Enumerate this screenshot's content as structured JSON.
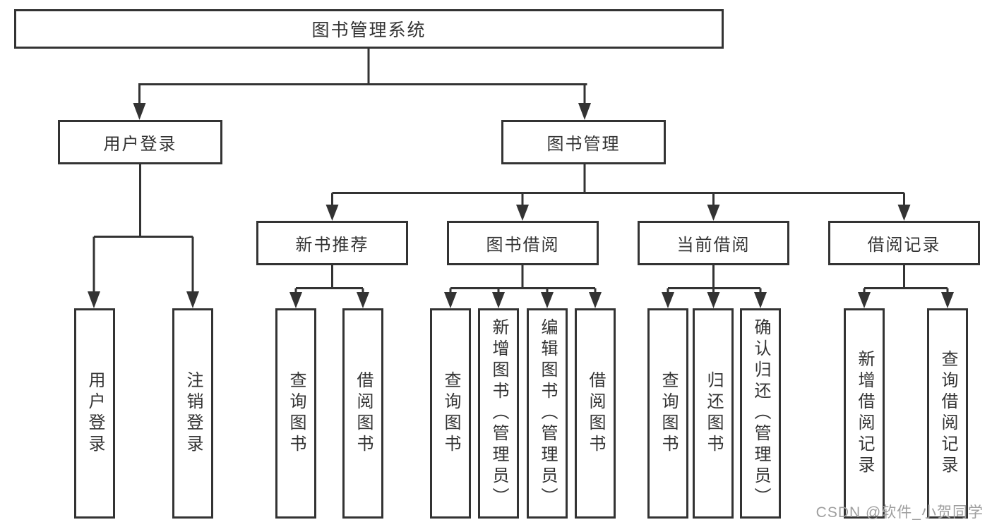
{
  "diagram": {
    "type": "tree",
    "tree": {
      "label": "图书管理系统",
      "children": [
        {
          "label": "用户登录",
          "children": [
            {
              "label": "用户登录"
            },
            {
              "label": "注销登录"
            }
          ]
        },
        {
          "label": "图书管理",
          "children": [
            {
              "label": "新书推荐",
              "children": [
                {
                  "label": "查询图书"
                },
                {
                  "label": "借阅图书"
                }
              ]
            },
            {
              "label": "图书借阅",
              "children": [
                {
                  "label": "查询图书"
                },
                {
                  "label": "新增图书（管理员）"
                },
                {
                  "label": "编辑图书（管理员）"
                },
                {
                  "label": "借阅图书"
                }
              ]
            },
            {
              "label": "当前借阅",
              "children": [
                {
                  "label": "查询图书"
                },
                {
                  "label": "归还图书"
                },
                {
                  "label": "确认归还（管理员）"
                }
              ]
            },
            {
              "label": "借阅记录",
              "children": [
                {
                  "label": "新增借阅记录"
                },
                {
                  "label": "查询借阅记录"
                }
              ]
            }
          ]
        }
      ]
    },
    "colors": {
      "line": "#333333",
      "text": "#333333",
      "box_background": "#ffffff",
      "watermark": "#9e9e9e"
    }
  },
  "watermark": {
    "text": "CSDN @软件_小贺同学"
  }
}
